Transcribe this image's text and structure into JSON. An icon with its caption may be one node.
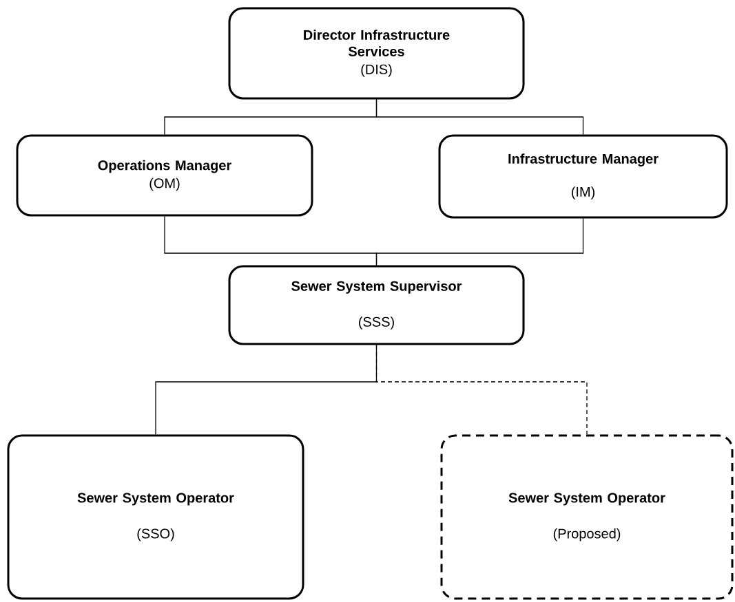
{
  "diagram": {
    "nodes": [
      {
        "text": [
          "Director Infrastructure Services",
          "(DIS)"
        ]
      },
      {
        "text": [
          "Operations Manager",
          "(OM)"
        ]
      },
      {
        "text": [
          "Infrastructure Manager",
          "(IM)"
        ]
      },
      {
        "text": [
          "Sewer System Supervisor",
          "(SSS)"
        ]
      },
      {
        "text": [
          "Sewer System Operator",
          "(SSO)"
        ]
      },
      {
        "text": [
          "Sewer System Operator",
          "(Proposed)"
        ]
      }
    ],
    "edges": [
      {
        "from": 0,
        "to": 1,
        "arrow": "none"
      },
      {
        "from": 0,
        "to": 2,
        "arrow": "none"
      },
      {
        "from": 1,
        "to": 3,
        "arrow": "none"
      },
      {
        "from": 2,
        "to": 3,
        "arrow": "none"
      },
      {
        "from": 3,
        "to": 4,
        "arrow": "none"
      },
      {
        "from": 3,
        "to": 5,
        "arrow": "none",
        "style": "dashed"
      }
    ]
  }
}
